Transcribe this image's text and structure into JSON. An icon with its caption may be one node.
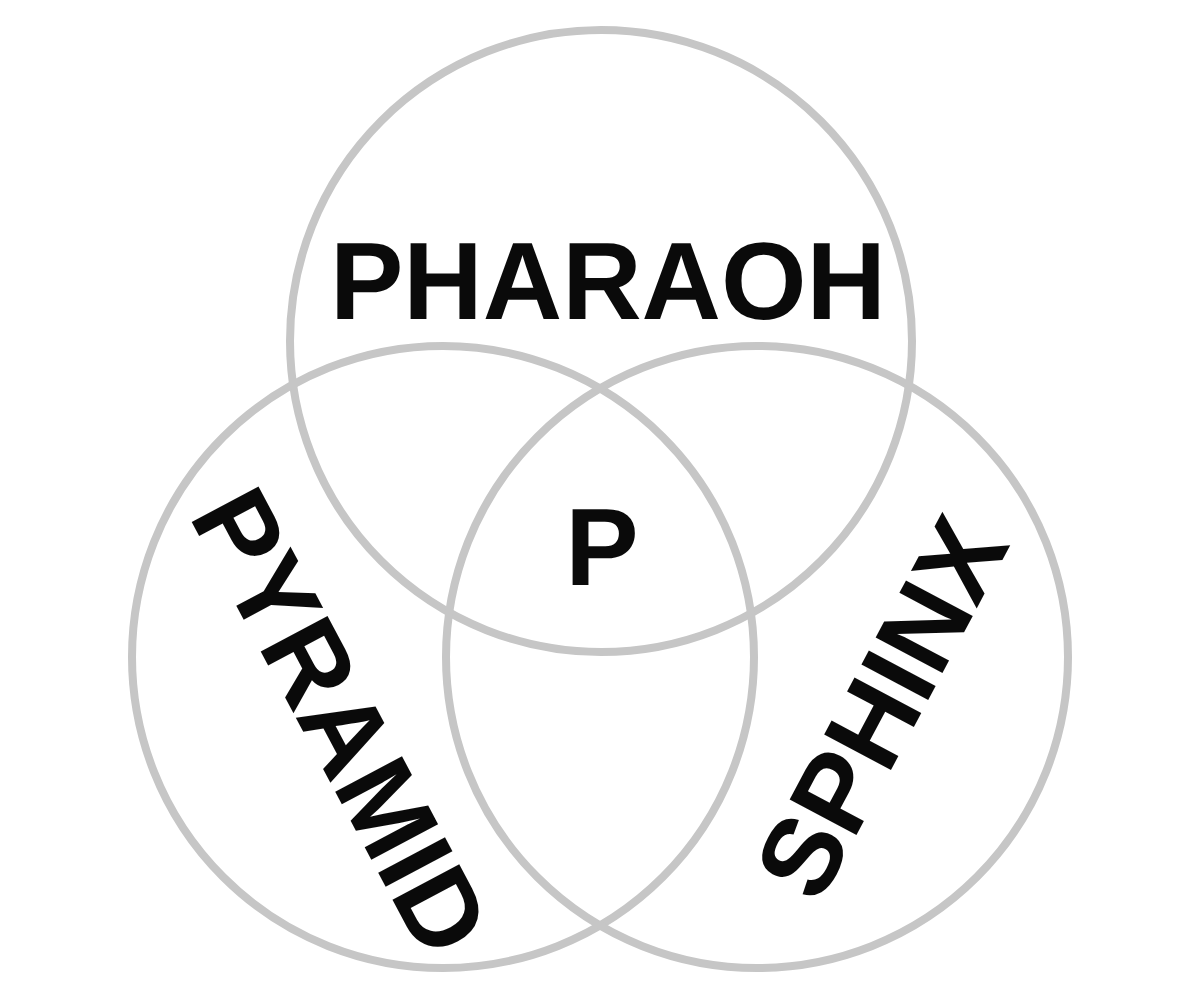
{
  "diagram": {
    "nodes": [
      {
        "text": [
          "PHARAOH"
        ]
      },
      {
        "text": [
          "PYRAMID"
        ]
      },
      {
        "text": [
          "SPHINX"
        ]
      }
    ],
    "labels": [
      "P"
    ]
  }
}
